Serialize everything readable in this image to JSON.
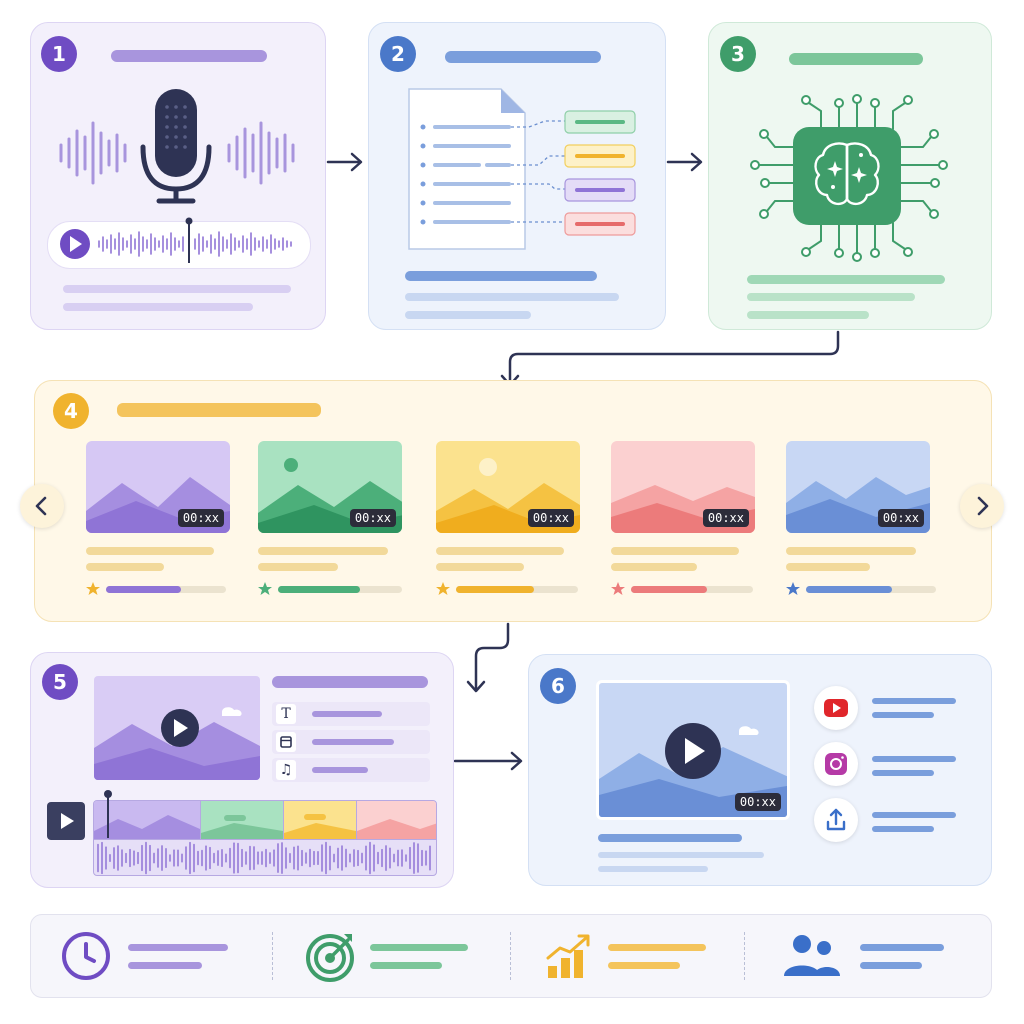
{
  "steps": [
    {
      "number": "1",
      "color": "#6f4cc3"
    },
    {
      "number": "2",
      "color": "#4a78c9"
    },
    {
      "number": "3",
      "color": "#3f9d6a"
    },
    {
      "number": "4",
      "color": "#f0b32e"
    },
    {
      "number": "5",
      "color": "#6f4cc3"
    },
    {
      "number": "6",
      "color": "#4a78c9"
    }
  ],
  "clips": [
    {
      "duration": "00:xx",
      "accent": "#8f74d6"
    },
    {
      "duration": "00:xx",
      "accent": "#4caf7a"
    },
    {
      "duration": "00:xx",
      "accent": "#f0b32e"
    },
    {
      "duration": "00:xx",
      "accent": "#ec7b7b"
    },
    {
      "duration": "00:xx",
      "accent": "#6a8fd6"
    }
  ],
  "preview": {
    "duration": "00:xx"
  },
  "icons": {
    "step1": "microphone-icon",
    "step2": "document-icon",
    "step3": "ai-brain-icon",
    "step5": [
      "text-icon",
      "frame-icon",
      "music-icon"
    ],
    "step6": [
      "youtube-icon",
      "instagram-icon",
      "upload-icon"
    ],
    "footer": [
      "clock-icon",
      "target-icon",
      "growth-chart-icon",
      "users-icon"
    ]
  },
  "colors": {
    "purple": "#6f4cc3",
    "blue": "#4a78c9",
    "green": "#3f9d6a",
    "yellow": "#f0b32e",
    "red": "#e05a5a",
    "navy": "#2e3354"
  }
}
